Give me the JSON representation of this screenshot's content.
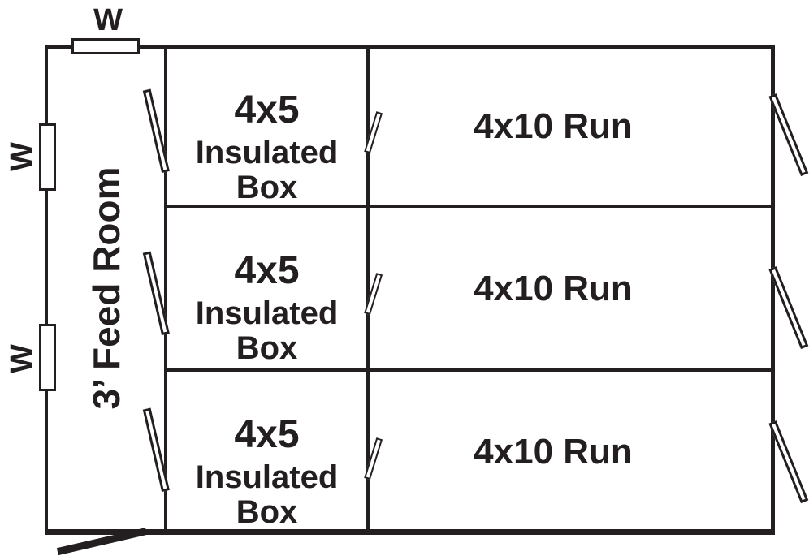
{
  "colors": {
    "ink": "#231f20",
    "paper": "#ffffff"
  },
  "feed_room": {
    "label": "3’ Feed Room"
  },
  "windows": [
    {
      "id": "top-wall",
      "label": "W"
    },
    {
      "id": "left-upper",
      "label": "W"
    },
    {
      "id": "left-lower",
      "label": "W"
    }
  ],
  "rows": [
    {
      "box_size": "4x5",
      "box_line1": "Insulated",
      "box_line2": "Box",
      "run_label": "4x10 Run"
    },
    {
      "box_size": "4x5",
      "box_line1": "Insulated",
      "box_line2": "Box",
      "run_label": "4x10 Run"
    },
    {
      "box_size": "4x5",
      "box_line1": "Insulated",
      "box_line2": "Box",
      "run_label": "4x10 Run"
    }
  ]
}
